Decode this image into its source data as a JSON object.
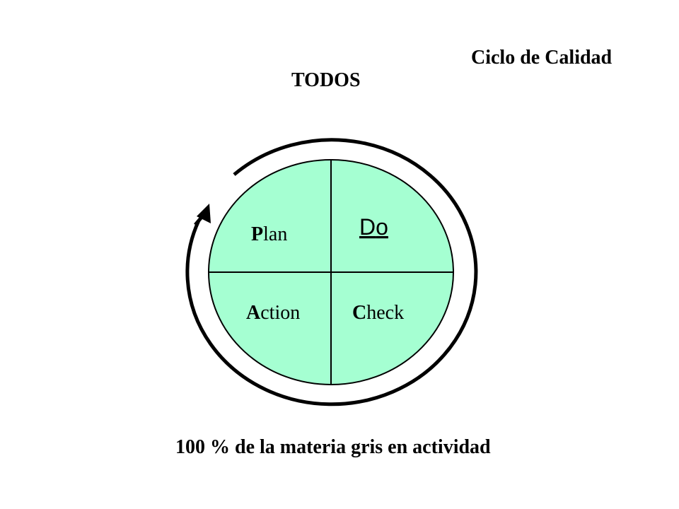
{
  "title": "Ciclo de Calidad",
  "top_label": "TODOS",
  "footer": "100 % de la materia gris en actividad",
  "colors": {
    "circle_fill": "#a5ffd2",
    "stroke": "#000000"
  },
  "quadrants": {
    "plan": {
      "initial": "P",
      "rest": "lan"
    },
    "do": {
      "initial": "D",
      "rest": "o"
    },
    "action": {
      "initial": "A",
      "rest": "ction"
    },
    "check": {
      "initial": "C",
      "rest": "heck"
    }
  }
}
